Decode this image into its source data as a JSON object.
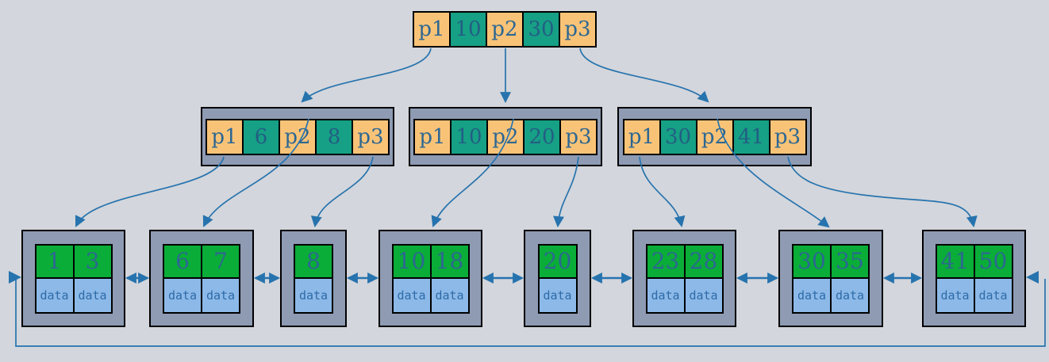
{
  "diagram": {
    "kind": "b-plus-tree",
    "root": {
      "cells": [
        {
          "kind": "pointer",
          "label": "p1"
        },
        {
          "kind": "key",
          "label": "10"
        },
        {
          "kind": "pointer",
          "label": "p2"
        },
        {
          "kind": "key",
          "label": "30"
        },
        {
          "kind": "pointer",
          "label": "p3"
        }
      ]
    },
    "internal_nodes": [
      {
        "cells": [
          {
            "kind": "pointer",
            "label": "p1"
          },
          {
            "kind": "key",
            "label": "6"
          },
          {
            "kind": "pointer",
            "label": "p2"
          },
          {
            "kind": "key",
            "label": "8"
          },
          {
            "kind": "pointer",
            "label": "p3"
          }
        ]
      },
      {
        "cells": [
          {
            "kind": "pointer",
            "label": "p1"
          },
          {
            "kind": "key",
            "label": "10"
          },
          {
            "kind": "pointer",
            "label": "p2"
          },
          {
            "kind": "key",
            "label": "20"
          },
          {
            "kind": "pointer",
            "label": "p3"
          }
        ]
      },
      {
        "cells": [
          {
            "kind": "pointer",
            "label": "p1"
          },
          {
            "kind": "key",
            "label": "30"
          },
          {
            "kind": "pointer",
            "label": "p2"
          },
          {
            "kind": "key",
            "label": "41"
          },
          {
            "kind": "pointer",
            "label": "p3"
          }
        ]
      }
    ],
    "leaves": [
      {
        "keys": [
          "1",
          "3"
        ],
        "data_labels": [
          "data",
          "data"
        ]
      },
      {
        "keys": [
          "6",
          "7"
        ],
        "data_labels": [
          "data",
          "data"
        ]
      },
      {
        "keys": [
          "8"
        ],
        "data_labels": [
          "data"
        ]
      },
      {
        "keys": [
          "10",
          "18"
        ],
        "data_labels": [
          "data",
          "data"
        ]
      },
      {
        "keys": [
          "20"
        ],
        "data_labels": [
          "data"
        ]
      },
      {
        "keys": [
          "23",
          "28"
        ],
        "data_labels": [
          "data",
          "data"
        ]
      },
      {
        "keys": [
          "30",
          "35"
        ],
        "data_labels": [
          "data",
          "data"
        ]
      },
      {
        "keys": [
          "41",
          "50"
        ],
        "data_labels": [
          "data",
          "data"
        ]
      }
    ],
    "colors": {
      "background": "#d3d6dc",
      "node_container": "#8e9bb3",
      "pointer_cell": "#f9c377",
      "internal_key_cell": "#16a085",
      "leaf_key_cell": "#0aad38",
      "data_cell": "#8cb9e8",
      "arrow": "#2673ae",
      "text": "#2d6792",
      "border": "#000000"
    }
  }
}
